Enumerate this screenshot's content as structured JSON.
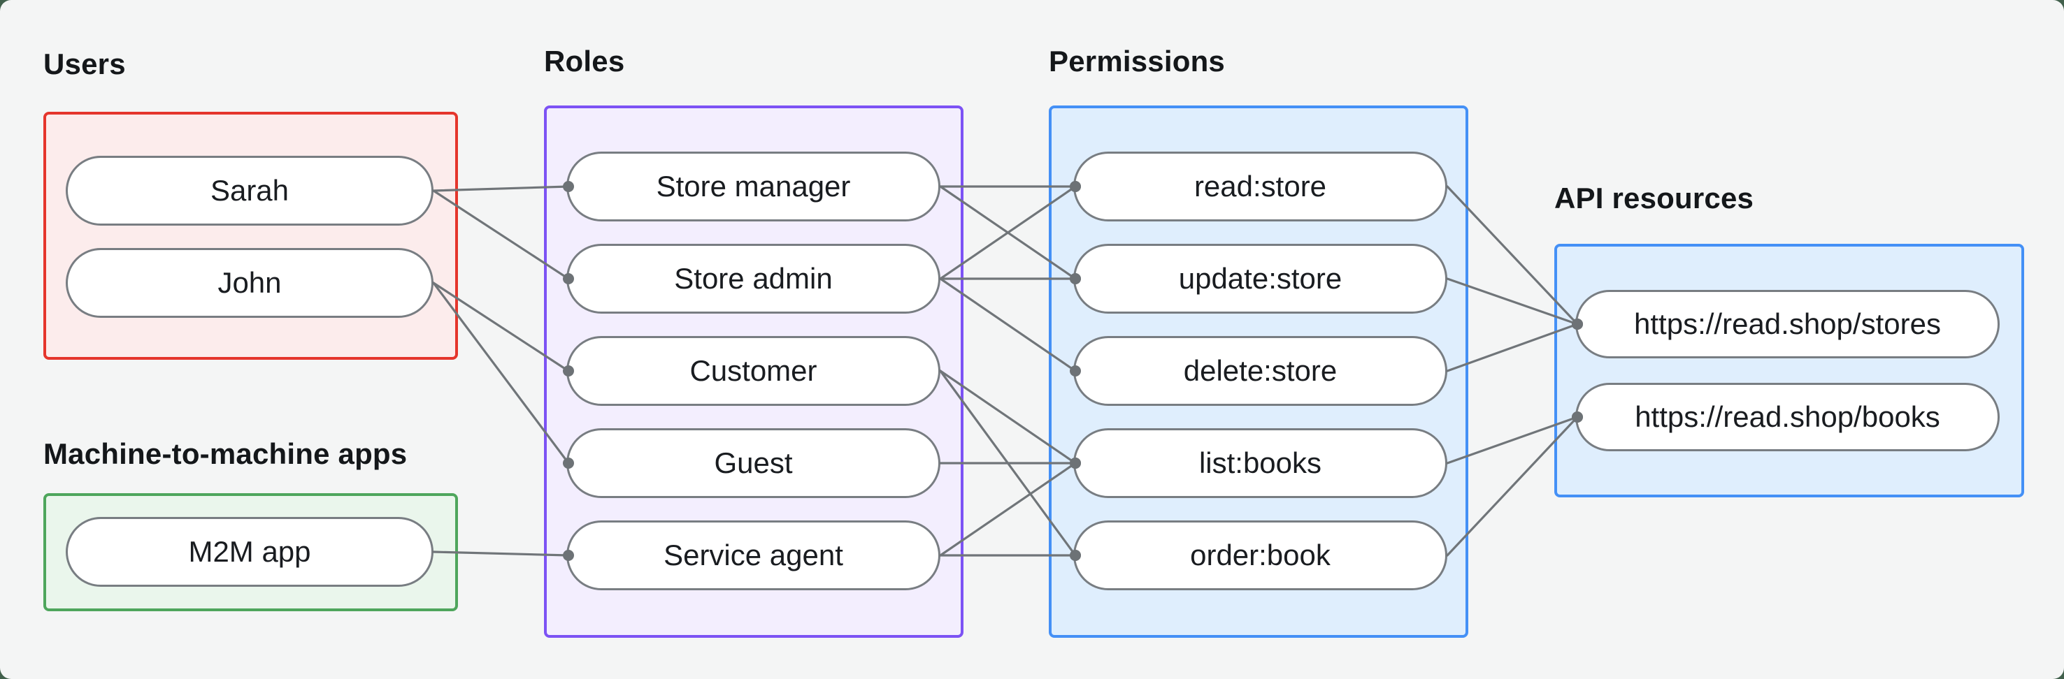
{
  "colors": {
    "page_bg": "#41604c",
    "canvas_bg": "#f4f5f5",
    "edge": "#707579",
    "dot": "#6d7276",
    "pill_bg": "#ffffff",
    "pill_border": "#787d82",
    "text": "#191c20",
    "label_text": "#14171a",
    "users_border": "#e5352c",
    "users_fill": "#fcecec",
    "m2m_border": "#4ea65c",
    "m2m_fill": "#eaf6ec",
    "roles_border": "#7c52f4",
    "roles_fill": "#f3eefe",
    "permissions_border": "#4490f6",
    "permissions_fill": "#dfeefd",
    "api_border": "#4490f6",
    "api_fill": "#dfeefd"
  },
  "sections": {
    "users": {
      "label": "Users",
      "items": [
        {
          "id": "sarah",
          "label": "Sarah"
        },
        {
          "id": "john",
          "label": "John"
        }
      ]
    },
    "m2m": {
      "label": "Machine-to-machine apps",
      "items": [
        {
          "id": "m2m-app",
          "label": "M2M app"
        }
      ]
    },
    "roles": {
      "label": "Roles",
      "items": [
        {
          "id": "store-manager",
          "label": "Store manager"
        },
        {
          "id": "store-admin",
          "label": "Store admin"
        },
        {
          "id": "customer",
          "label": "Customer"
        },
        {
          "id": "guest",
          "label": "Guest"
        },
        {
          "id": "service-agent",
          "label": "Service agent"
        }
      ]
    },
    "permissions": {
      "label": "Permissions",
      "items": [
        {
          "id": "read-store",
          "label": "read:store"
        },
        {
          "id": "update-store",
          "label": "update:store"
        },
        {
          "id": "delete-store",
          "label": "delete:store"
        },
        {
          "id": "list-books",
          "label": "list:books"
        },
        {
          "id": "order-book",
          "label": "order:book"
        }
      ]
    },
    "api": {
      "label": "API resources",
      "items": [
        {
          "id": "stores-api",
          "label": "https://read.shop/stores"
        },
        {
          "id": "books-api",
          "label": "https://read.shop/books"
        }
      ]
    }
  },
  "edges": [
    {
      "from": "sarah",
      "to": "store-manager"
    },
    {
      "from": "sarah",
      "to": "store-admin"
    },
    {
      "from": "john",
      "to": "customer"
    },
    {
      "from": "john",
      "to": "guest"
    },
    {
      "from": "m2m-app",
      "to": "service-agent"
    },
    {
      "from": "store-manager",
      "to": "read-store"
    },
    {
      "from": "store-manager",
      "to": "update-store"
    },
    {
      "from": "store-admin",
      "to": "read-store"
    },
    {
      "from": "store-admin",
      "to": "update-store"
    },
    {
      "from": "store-admin",
      "to": "delete-store"
    },
    {
      "from": "customer",
      "to": "list-books"
    },
    {
      "from": "customer",
      "to": "order-book"
    },
    {
      "from": "guest",
      "to": "list-books"
    },
    {
      "from": "service-agent",
      "to": "list-books"
    },
    {
      "from": "service-agent",
      "to": "order-book"
    },
    {
      "from": "read-store",
      "to": "stores-api"
    },
    {
      "from": "update-store",
      "to": "stores-api"
    },
    {
      "from": "delete-store",
      "to": "stores-api"
    },
    {
      "from": "list-books",
      "to": "books-api"
    },
    {
      "from": "order-book",
      "to": "books-api"
    }
  ]
}
